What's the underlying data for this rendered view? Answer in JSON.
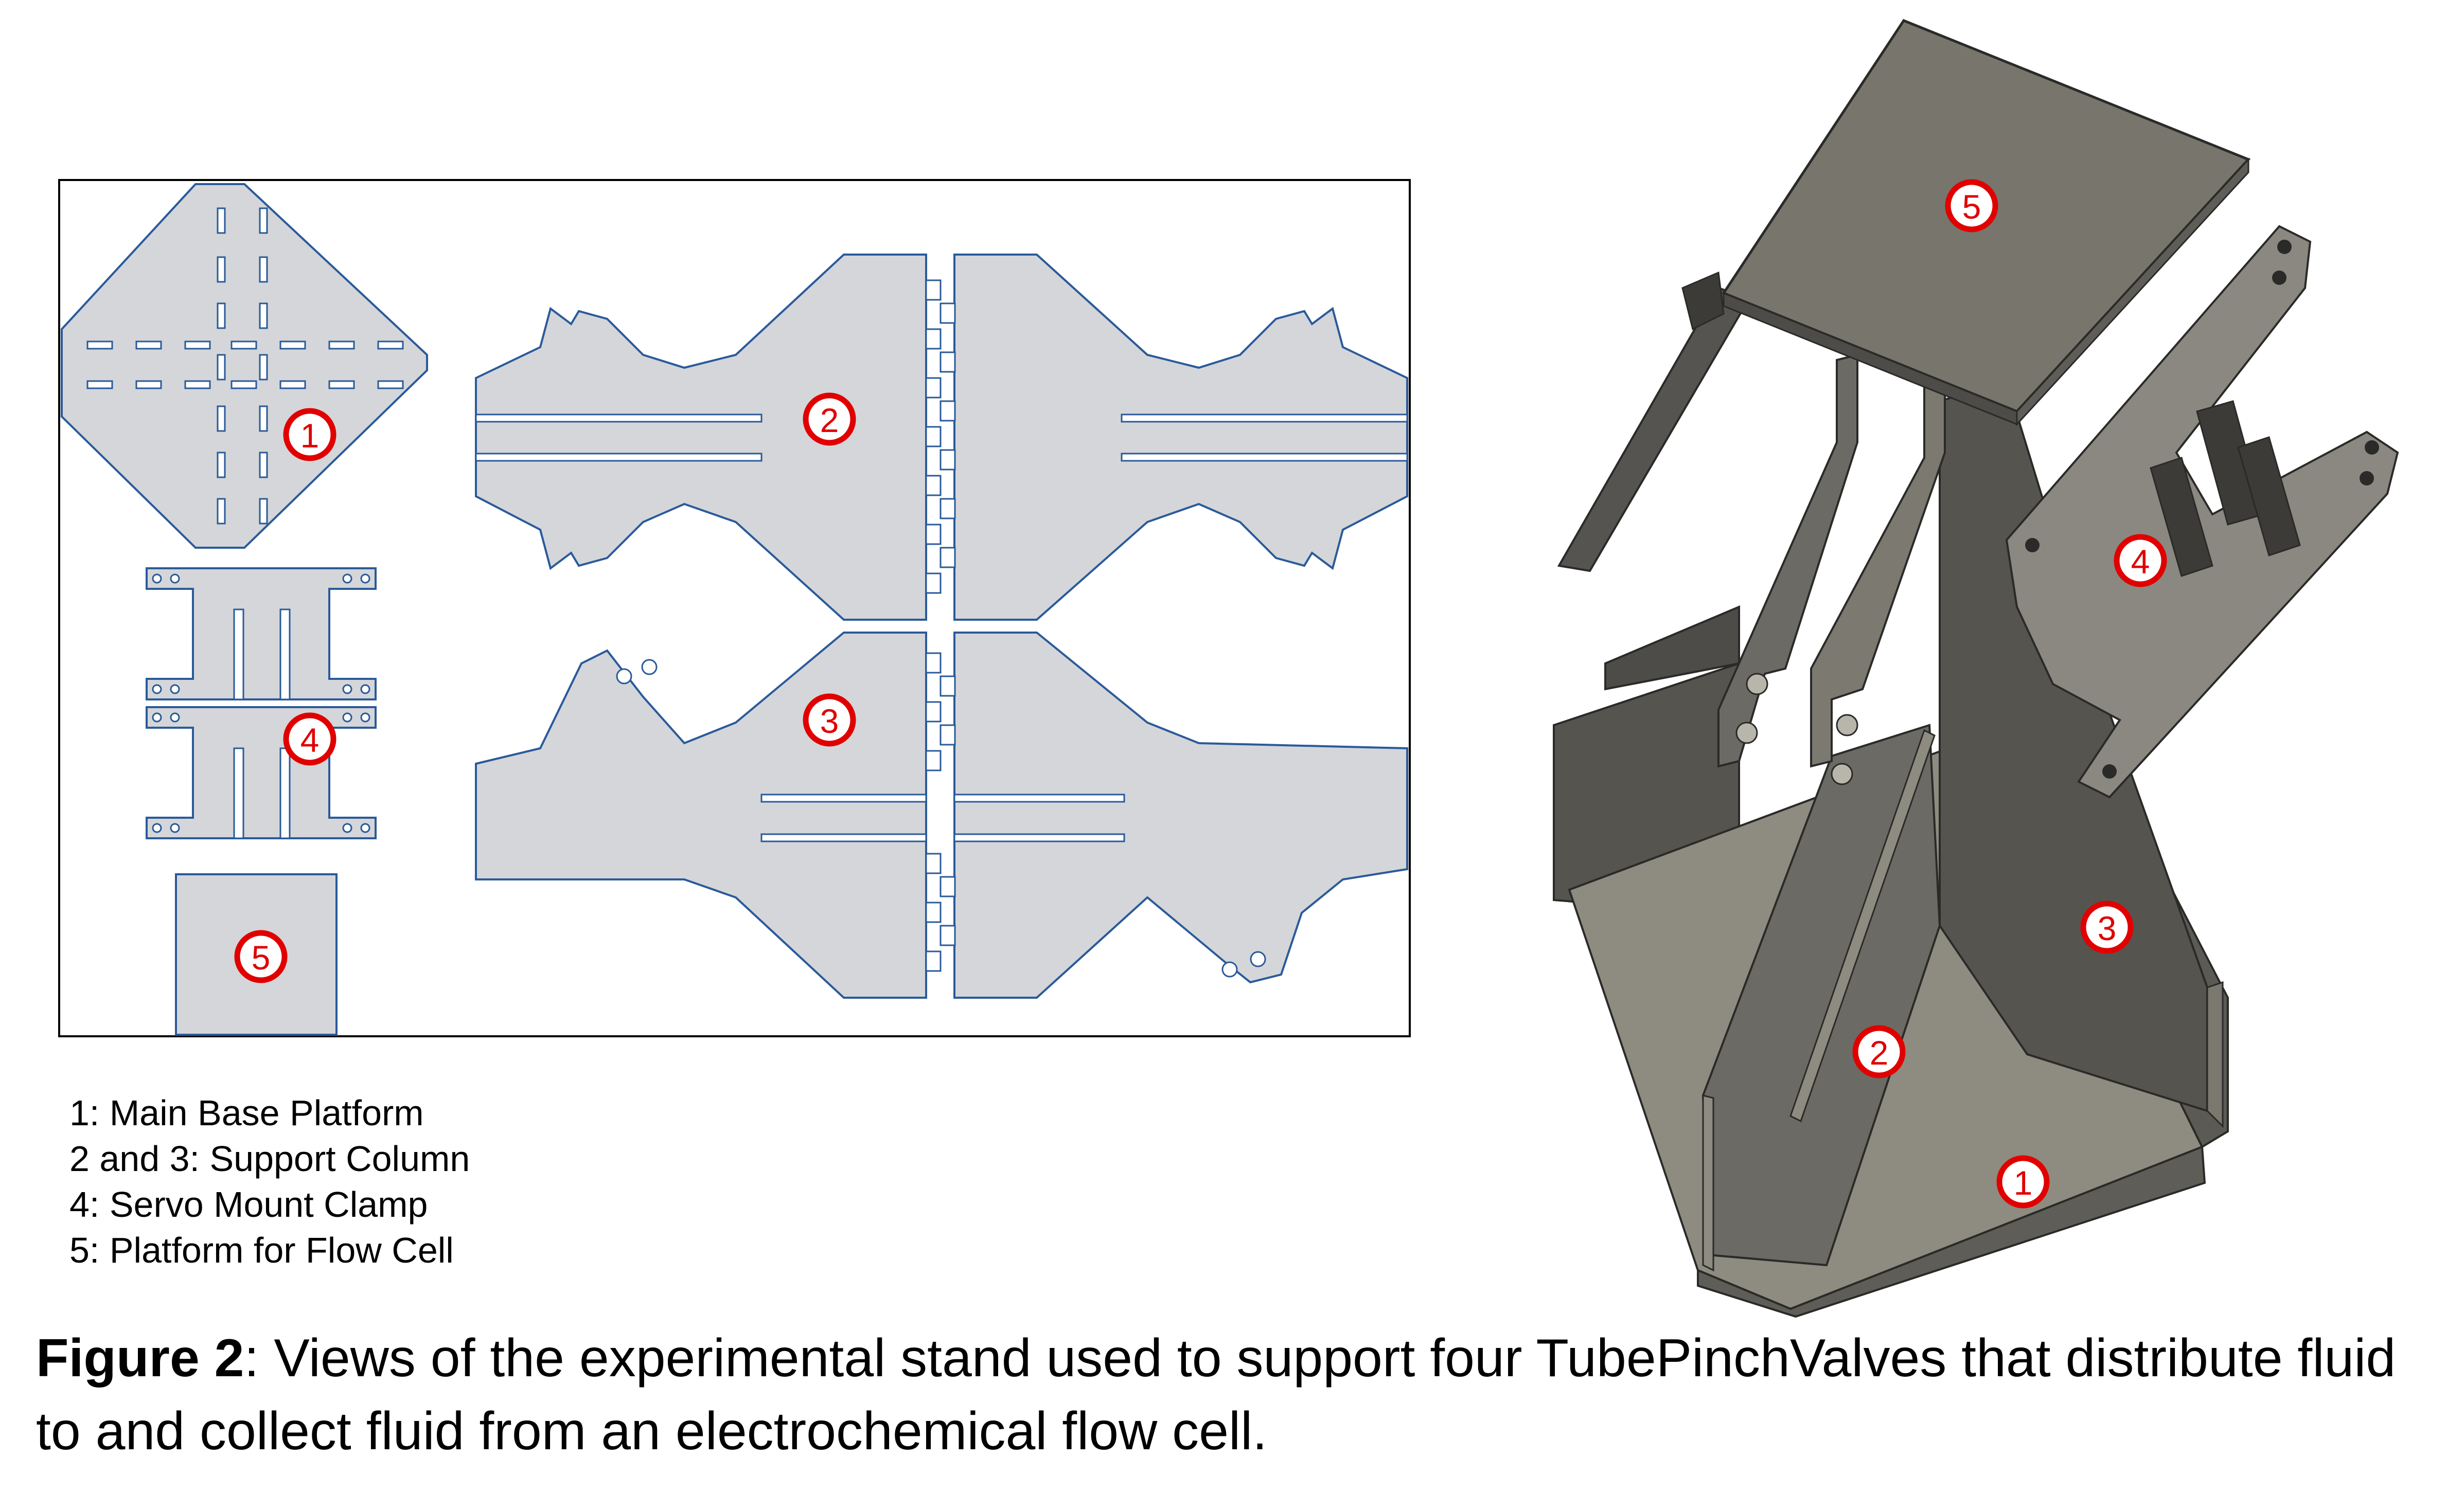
{
  "part_markers": {
    "flat_1": "1",
    "flat_2": "2",
    "flat_3": "3",
    "flat_4": "4",
    "flat_5": "5",
    "iso_1": "1",
    "iso_2": "2",
    "iso_3": "3",
    "iso_4": "4",
    "iso_5": "5"
  },
  "legend": [
    "1: Main Base Platform",
    "2 and 3: Support Column",
    "4: Servo Mount Clamp",
    "5: Platform for Flow Cell"
  ],
  "caption": {
    "label": "Figure 2",
    "text": ": Views of the experimental stand used to support four TubePinchValves that distribute fluid to and collect fluid from an electrochemical flow cell."
  },
  "colors": {
    "part_fill": "#d4d6d9",
    "part_stroke": "#2a5a9a",
    "marker_red": "#e00000",
    "model_face": "#6b6a64",
    "model_dark": "#4b4a46",
    "model_light": "#8e8b80"
  }
}
